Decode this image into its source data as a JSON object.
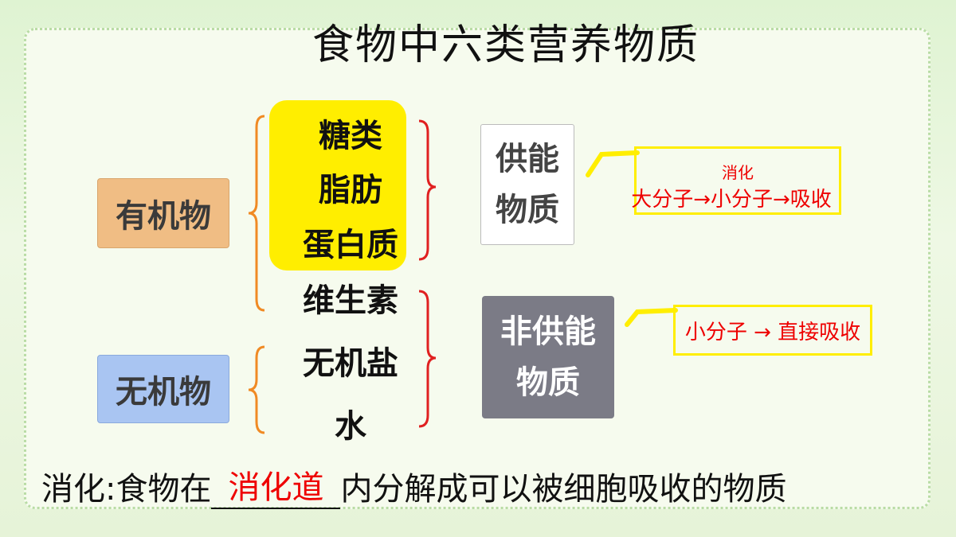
{
  "title": "食物中六类营养物质",
  "organic_label": "有机物",
  "inorganic_label": "无机物",
  "nutrients": [
    "糖类",
    "脂肪",
    "蛋白质",
    "维生素",
    "无机盐",
    "水"
  ],
  "energy_box": {
    "line1": "供能",
    "line2": "物质"
  },
  "nonenergy_box": {
    "line1": "非供能",
    "line2": "物质"
  },
  "note_energy": {
    "small": "消化",
    "big": "大分子→小分子→吸收"
  },
  "note_nonenergy": "小分子 → 直接吸收",
  "definition": {
    "prefix": "消化:食物在",
    "answer": "消化道",
    "suffix": "内分解成可以被细胞吸收的物质"
  },
  "colors": {
    "organic": "#f0bd84",
    "inorganic": "#a9c5f2",
    "highlight": "#ffee00",
    "energy_bracket": "#e02020",
    "organic_bracket": "#f08a24",
    "answer": "#e00000"
  }
}
